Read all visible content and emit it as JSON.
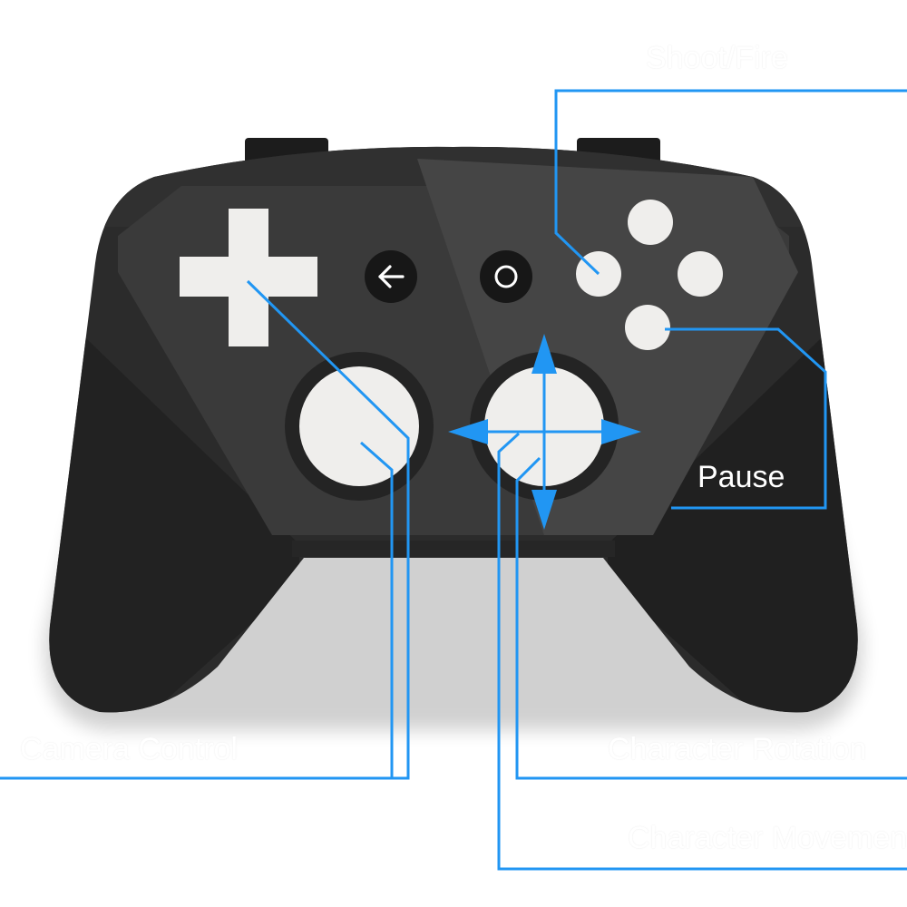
{
  "labels": {
    "shoot": "Shoot/Fire",
    "pause": "Pause",
    "camera": "Camera Control",
    "rotation": "Character Rotation",
    "movement": "Character Movement"
  },
  "controls": {
    "back_button": "back-arrow",
    "home_button": "circle"
  },
  "colors": {
    "body": "#2b2b2b",
    "body_dark": "#1f1f1f",
    "panel": "#434343",
    "buttons": "#efeeec",
    "callout_lines": "#2196f3",
    "label_text": "#ffffff"
  }
}
